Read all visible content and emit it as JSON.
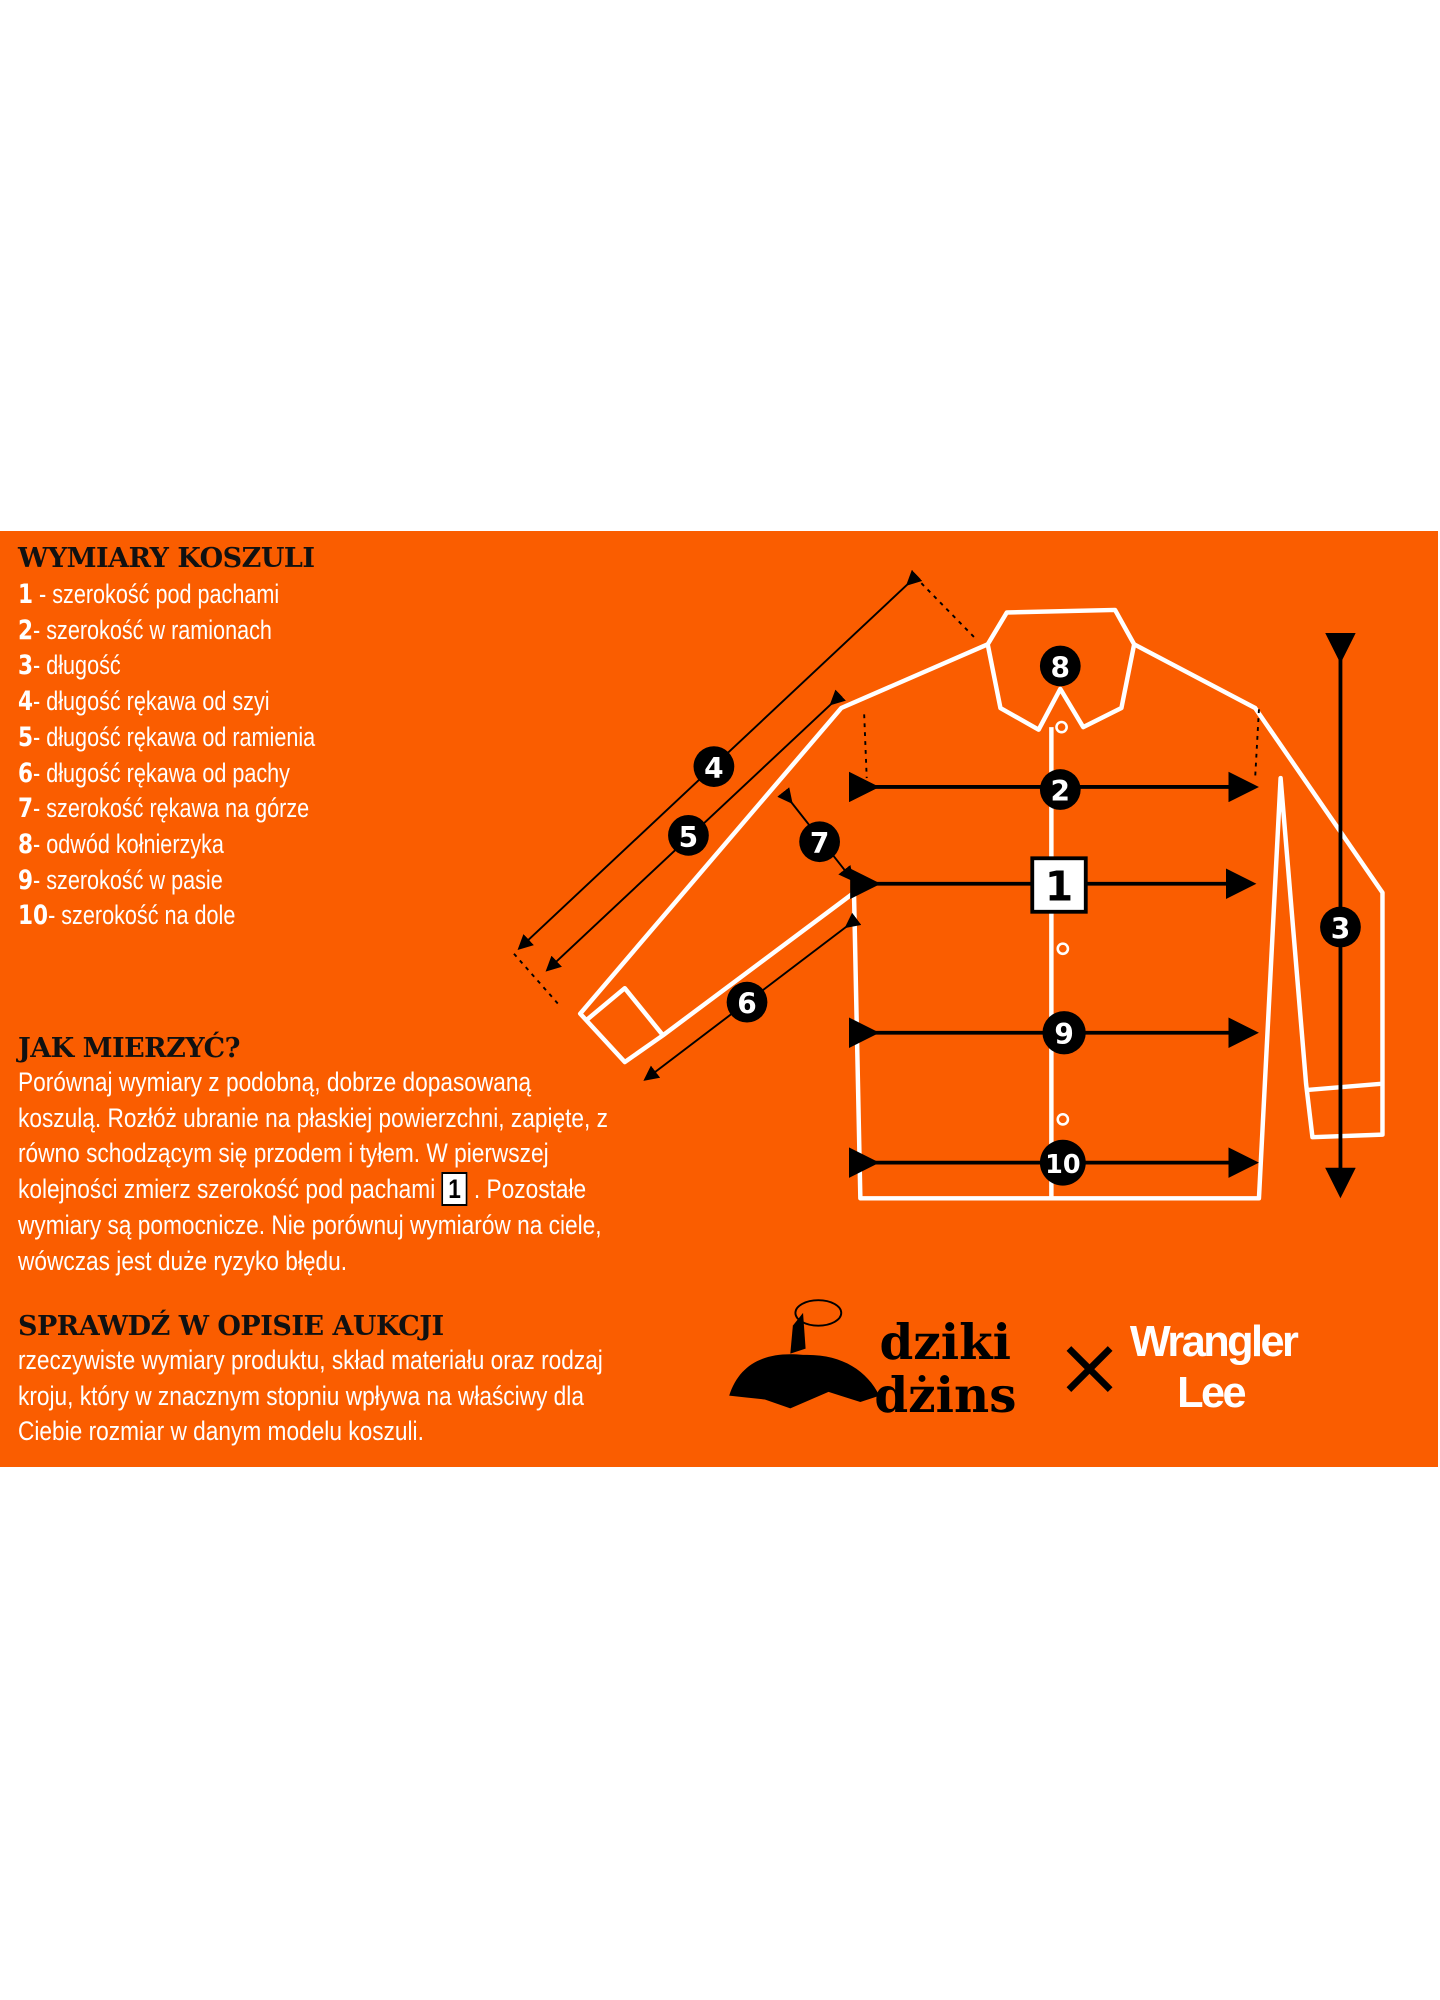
{
  "measurements": {
    "title": "WYMIARY KOSZULI",
    "items": [
      {
        "num": "1",
        "label": " - szerokość pod pachami"
      },
      {
        "num": "2",
        "label": "- szerokość w ramionach"
      },
      {
        "num": "3",
        "label": "- długość"
      },
      {
        "num": "4",
        "label": "- długość rękawa od szyi"
      },
      {
        "num": "5",
        "label": "- długość rękawa od ramienia"
      },
      {
        "num": "6",
        "label": "- długość rękawa od pachy"
      },
      {
        "num": "7",
        "label": "- szerokość rękawa na górze"
      },
      {
        "num": "8",
        "label": "- odwód kołnierzyka"
      },
      {
        "num": "9",
        "label": "- szerokość w pasie"
      },
      {
        "num": "10",
        "label": "- szerokość na dole"
      }
    ]
  },
  "how": {
    "title": "JAK MIERZYĆ?",
    "lines": [
      "Porównaj wymiary z podobną, dobrze dopasowaną",
      "koszulą. Rozłóż ubranie na płaskiej powierzchni, zapięte, z",
      "równo schodzącym się przodem i tyłem. W pierwszej"
    ],
    "line4_pre": "kolejności zmierz szerokość pod pachami ",
    "line4_box": "1",
    "line4_post": " . Pozostałe",
    "lines2": [
      "wymiary są pomocnicze. Nie porównuj wymiarów na ciele,",
      "wówczas jest duże ryzyko błędu."
    ]
  },
  "check": {
    "title": "SPRAWDŹ W OPISIE AUKCJI",
    "lines": [
      "rzeczywiste wymiary produktu, skład materiału oraz  rodzaj",
      "kroju, który w znacznym stopniu wpływa na właściwy dla",
      "Ciebie rozmiar w danym modelu koszuli."
    ]
  },
  "diagram": {
    "labels": [
      "1",
      "2",
      "3",
      "4",
      "5",
      "6",
      "7",
      "8",
      "9",
      "10"
    ]
  },
  "logos": {
    "dziki1": "dziki",
    "dziki2": "dżins",
    "x": "×",
    "wrangler": "Wrangler",
    "lee": "Lee"
  },
  "colors": {
    "orange": "#fa5d00"
  }
}
